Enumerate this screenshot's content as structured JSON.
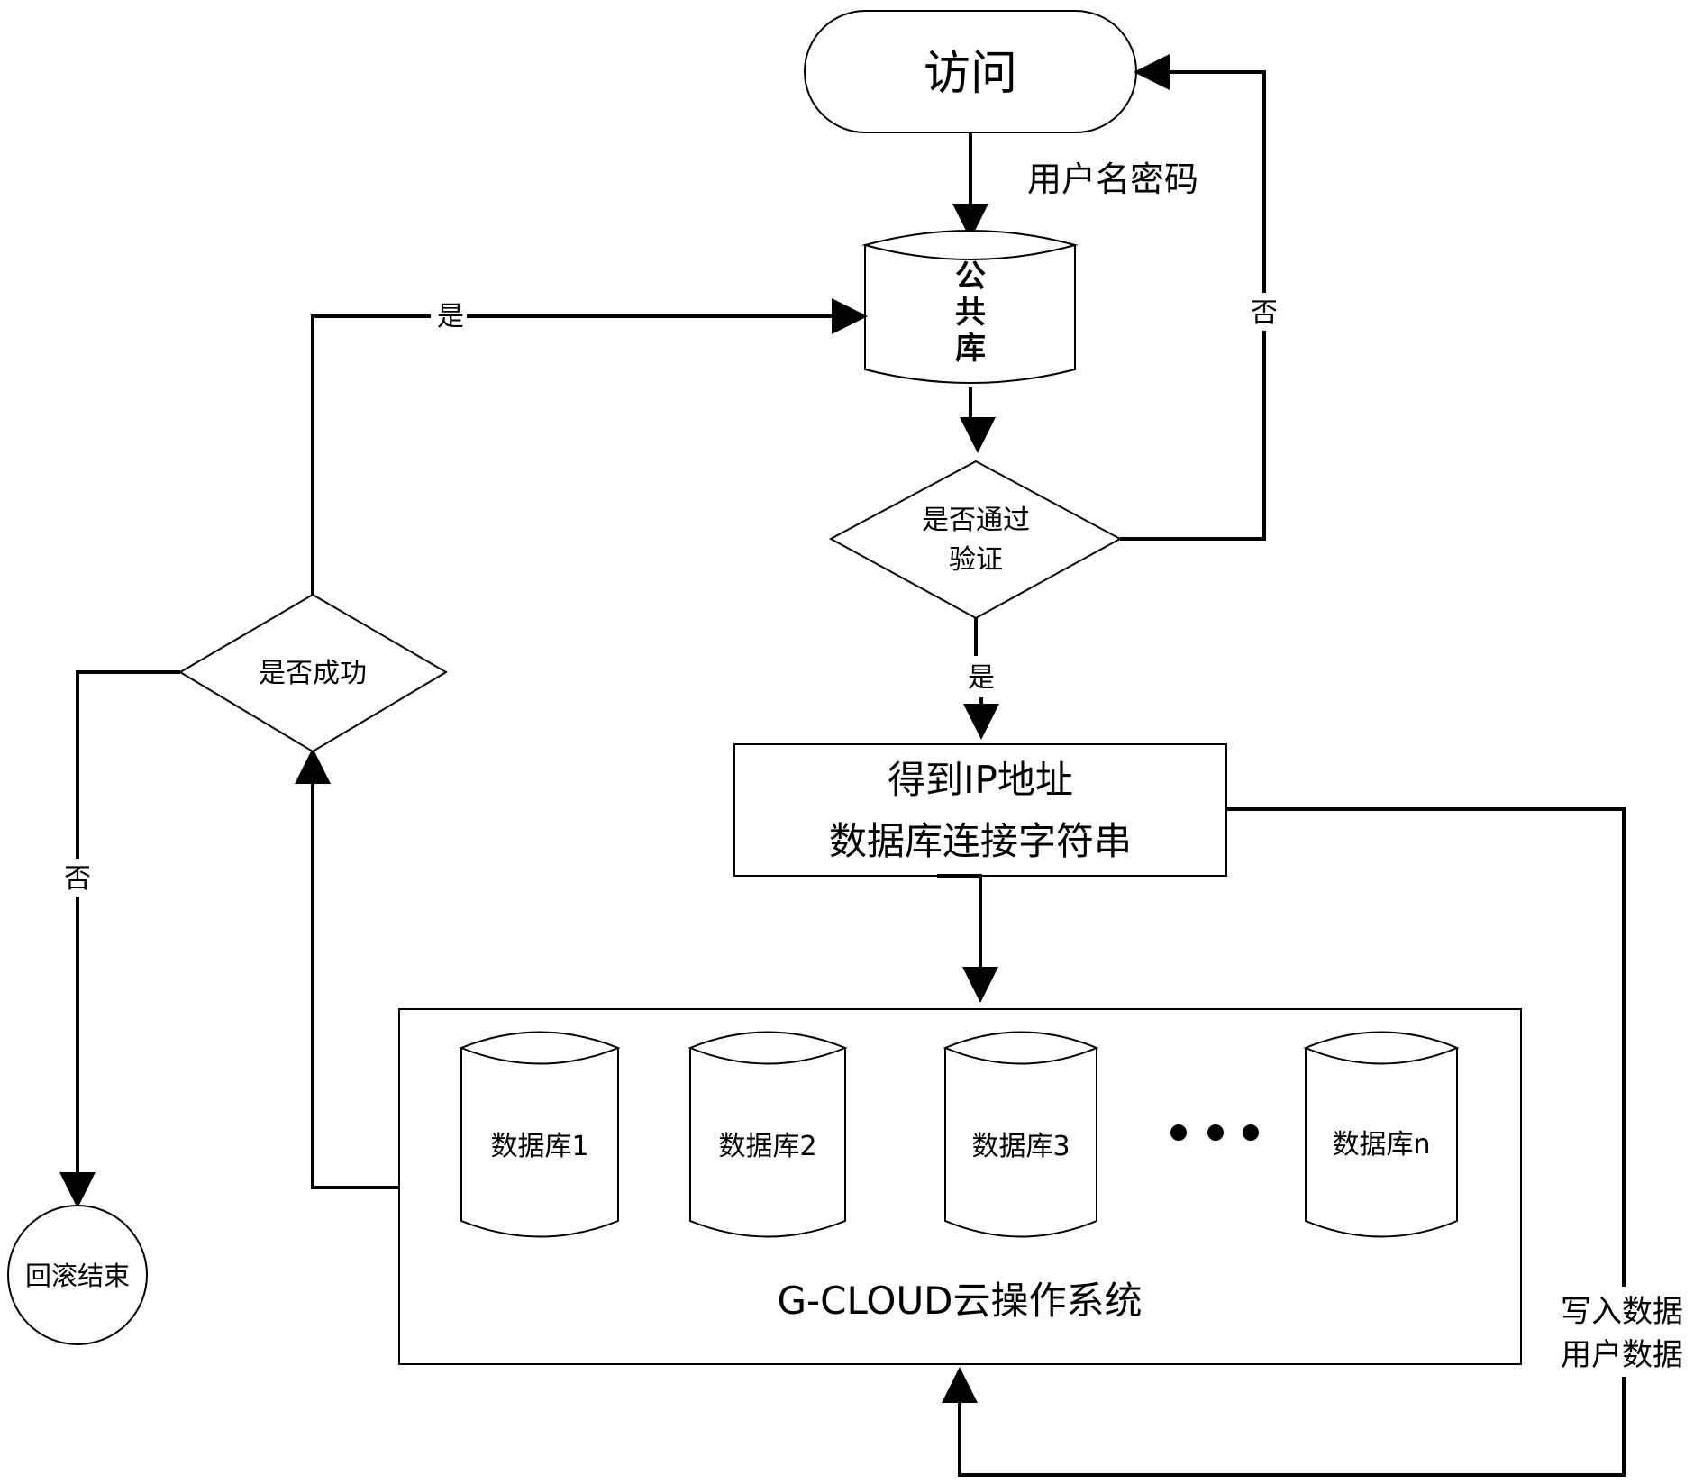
{
  "nodes": {
    "start": "访问",
    "credentials": "用户名密码",
    "public_db": [
      "公",
      "共",
      "库"
    ],
    "verify": [
      "是否通过",
      "验证"
    ],
    "verify_yes": "是",
    "verify_no": "否",
    "get_ip": [
      "得到IP地址",
      "数据库连接字符串"
    ],
    "success_check": "是否成功",
    "success_yes": "是",
    "success_no": "否",
    "rollback_end": "回滚结束",
    "databases": [
      "数据库1",
      "数据库2",
      "数据库3",
      "数据库n"
    ],
    "ellipsis": "• • •",
    "cloud_os": "G-CLOUD云操作系统",
    "write_data": [
      "写入数据",
      "用户数据"
    ]
  }
}
